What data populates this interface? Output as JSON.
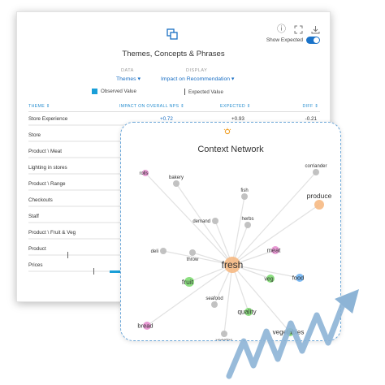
{
  "panel": {
    "title": "Themes, Concepts & Phrases",
    "show_expected_label": "Show Expected",
    "data_label": "DATA",
    "data_value": "Themes",
    "display_label": "DISPLAY",
    "display_value": "Impact on Recommendation",
    "legend_observed": "Observed Value",
    "legend_expected": "Expected Value",
    "columns": {
      "theme": "THEME ⇕",
      "impact": "IMPACT ON OVERALL NPS ⇕",
      "expected": "EXPECTED ⇕",
      "diff": "DIFF ⇕"
    },
    "rows": [
      {
        "name": "Store Experience",
        "impact": "+0.72",
        "expected": "+0.93",
        "diff": "-0.21"
      },
      {
        "name": "Store",
        "impact": "",
        "expected": "",
        "diff": ""
      },
      {
        "name": "Product \\ Meat",
        "impact": "",
        "expected": "",
        "diff": ""
      },
      {
        "name": "Lighting in stores",
        "impact": "",
        "expected": "",
        "diff": ""
      },
      {
        "name": "Product \\ Range",
        "impact": "",
        "expected": "",
        "diff": ""
      },
      {
        "name": "Checkouts",
        "impact": "",
        "expected": "",
        "diff": ""
      },
      {
        "name": "Staff",
        "impact": "",
        "expected": "",
        "diff": ""
      },
      {
        "name": "Product \\ Fruit & Veg",
        "impact": "",
        "expected": "",
        "diff": ""
      },
      {
        "name": "Product",
        "impact": "",
        "expected": "",
        "diff": ""
      },
      {
        "name": "Prices",
        "impact": "",
        "expected": "",
        "diff": ""
      }
    ]
  },
  "network": {
    "title": "Context Network",
    "center": "fresh",
    "nodes": [
      {
        "label": "rolls",
        "color": "#e58fcf"
      },
      {
        "label": "bakery",
        "color": "#bbbbbb"
      },
      {
        "label": "fish",
        "color": "#bbbbbb"
      },
      {
        "label": "corriander",
        "color": "#bbbbbb"
      },
      {
        "label": "produce",
        "color": "#f6b983"
      },
      {
        "label": "demand",
        "color": "#bbbbbb"
      },
      {
        "label": "herbs",
        "color": "#bbbbbb"
      },
      {
        "label": "meat",
        "color": "#e58fcf"
      },
      {
        "label": "deli",
        "color": "#bbbbbb"
      },
      {
        "label": "throw",
        "color": "#bbbbbb"
      },
      {
        "label": "fresh",
        "color": "#f6b983"
      },
      {
        "label": "veg",
        "color": "#7fdc72"
      },
      {
        "label": "food",
        "color": "#6fb3f2"
      },
      {
        "label": "fruit",
        "color": "#7fdc72"
      },
      {
        "label": "seafood",
        "color": "#bbbbbb"
      },
      {
        "label": "quality",
        "color": "#7fdc72"
      },
      {
        "label": "bread",
        "color": "#e58fcf"
      },
      {
        "label": "veggies",
        "color": "#bbbbbb"
      },
      {
        "label": "vegetables",
        "color": "#7fdc72"
      }
    ]
  },
  "colors": {
    "accent": "#1a6fc4",
    "bar": "#1a9fd8",
    "card_border": "#6aa6d8",
    "arrow": "#8db4d6"
  }
}
